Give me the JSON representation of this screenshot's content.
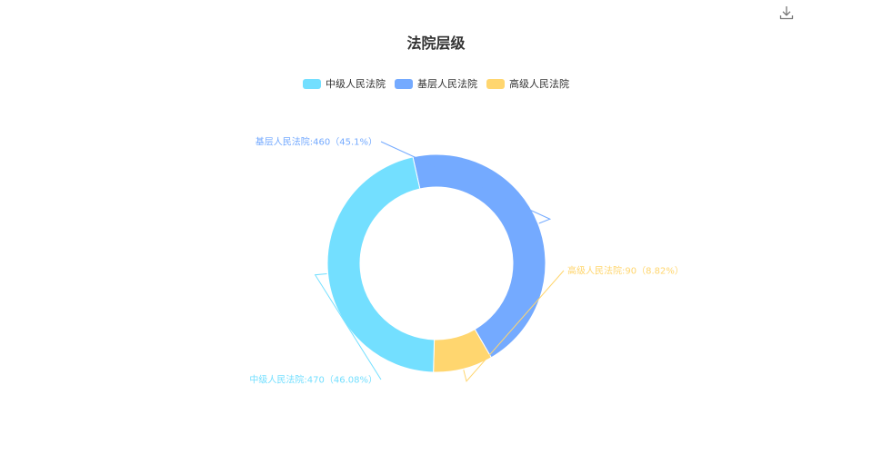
{
  "chart_data": {
    "type": "pie",
    "title": "法院层级",
    "donut": true,
    "legend_position": "top-center",
    "categories": [
      "中级人民法院",
      "基层人民法院",
      "高级人民法院"
    ],
    "values": [
      470,
      460,
      90
    ],
    "percent_labels": [
      "46.08%",
      "45.1%",
      "8.82%"
    ],
    "labels": [
      "中级人民法院:470（46.08%）",
      "基层人民法院:460（45.1%）",
      "高级人民法院:90（8.82%）"
    ],
    "colors": [
      "#73DFFF",
      "#74AAFF",
      "#FFD66F"
    ]
  },
  "toolbar": {
    "download_icon": "download-icon"
  }
}
